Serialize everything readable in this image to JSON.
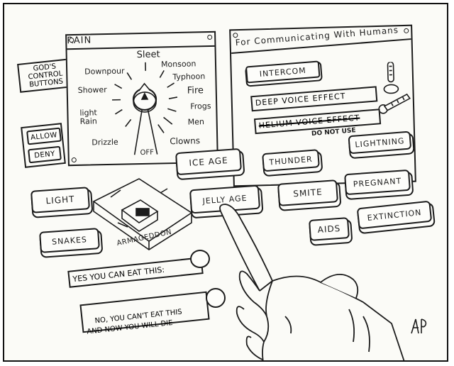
{
  "gods_label": [
    "GOD'S",
    "CONTROL",
    "BUTTONS"
  ],
  "allow_deny": {
    "allow": "ALLOW",
    "deny": "DENY"
  },
  "rain_panel": {
    "title": "RAIN",
    "dial_labels": {
      "sleet": "Sleet",
      "monsoon": "Monsoon",
      "downpour": "Downpour",
      "typhoon": "Typhoon",
      "shower": "Shower",
      "fire": "Fire",
      "frogs": "Frogs",
      "light_rain": "light\nRain",
      "men": "Men",
      "drizzle": "Drizzle",
      "off": "OFF",
      "clowns": "Clowns"
    }
  },
  "comm_panel": {
    "title": "For Communicating With Humans",
    "intercom": "INTERCOM",
    "deep_voice": "DEEP VOICE EFFECT",
    "helium": "HELIUM VOICE EFFECT",
    "do_not_use": "DO NOT USE",
    "thunder": "THUNDER",
    "lightning": "LIGHTNING"
  },
  "buttons": {
    "ice_age": "ICE AGE",
    "jelly_age": "JELLY AGE",
    "smite": "SMITE",
    "pregnant": "PREGNANT",
    "light": "LIGHT",
    "snakes": "SNAKES",
    "armageddon": "ARMAGEDDON",
    "aids": "AIDS",
    "extinction": "EXTINCTION"
  },
  "eat_labels": {
    "yes": "YES YOU CAN EAT THIS:",
    "no": "NO, YOU CAN'T EAT THIS\nAND NOW YOU WILL DIE"
  }
}
